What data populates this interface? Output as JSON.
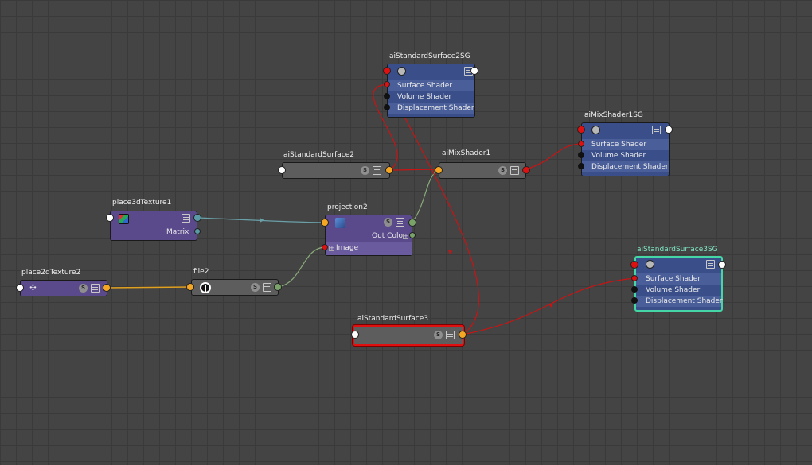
{
  "nodes": {
    "aiStandardSurface2SG": {
      "title": "aiStandardSurface2SG",
      "inputs": [
        "Surface Shader",
        "Volume Shader",
        "Displacement Shader"
      ]
    },
    "aiMixShader1SG": {
      "title": "aiMixShader1SG",
      "inputs": [
        "Surface Shader",
        "Volume Shader",
        "Displacement Shader"
      ]
    },
    "aiStandardSurface3SG": {
      "title": "aiStandardSurface3SG",
      "inputs": [
        "Surface Shader",
        "Volume Shader",
        "Displacement Shader"
      ]
    },
    "aiStandardSurface2": {
      "title": "aiStandardSurface2"
    },
    "aiMixShader1": {
      "title": "aiMixShader1"
    },
    "place3dTexture1": {
      "title": "place3dTexture1",
      "output_label": "Matrix"
    },
    "projection2": {
      "title": "projection2",
      "output_label": "Out Color",
      "input_label": "Image"
    },
    "place2dTexture2": {
      "title": "place2dTexture2"
    },
    "file2": {
      "title": "file2"
    },
    "aiStandardSurface3": {
      "title": "aiStandardSurface3"
    }
  },
  "icon_s_glyph": "S",
  "icon_plus_glyph": "+",
  "colors": {
    "background": "#444444",
    "grid": "#3a3a3a",
    "shader_node": "#5d5d5d",
    "texture_node": "#5a4a8c",
    "shading_group_node": "#3a4f8a",
    "connection_red": "#c81414",
    "connection_yellow": "#e0a020",
    "connection_green": "#8aaa7a",
    "connection_teal": "#6aa0a8",
    "selected_highlight": "#44d6a4"
  }
}
